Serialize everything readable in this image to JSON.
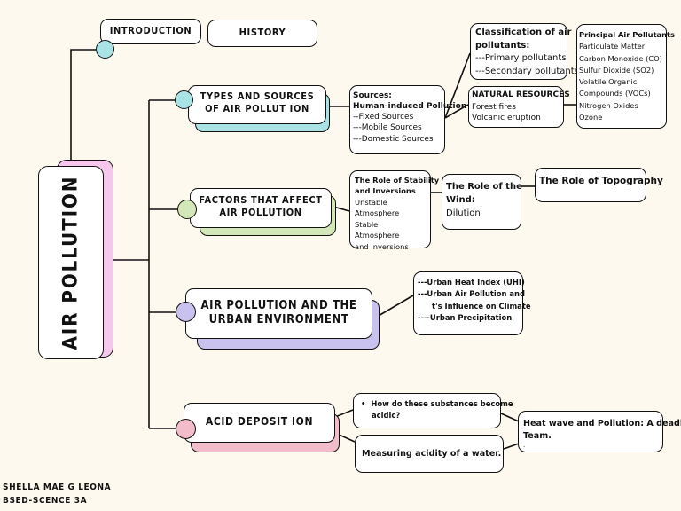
{
  "root": {
    "title": "AIR POLLUTION"
  },
  "intro": {
    "title": "INTRODUCTION",
    "history": "HISTORY"
  },
  "branches": {
    "types": {
      "title_line1": "TYPES AND SOURCES",
      "title_line2": "OF AIR POLLUT ION",
      "sources": {
        "heading": "Sources:",
        "subheading": "Human-induced Pollution",
        "items": [
          "--Fixed Sources",
          "---Mobile Sources",
          "---Domestic Sources"
        ]
      },
      "classification": {
        "heading_line1": "Classification of air",
        "heading_line2": "pollutants:",
        "items": [
          "---Primary pollutants",
          "---Secondary pollutants"
        ]
      },
      "natural": {
        "heading": "NATURAL RESOURCES",
        "items": [
          "Forest fires",
          "Volcanic eruption"
        ]
      },
      "principal": {
        "heading": "Principal Air Pollutants",
        "items": [
          "Particulate Matter",
          "Carbon Monoxide (CO)",
          "Sulfur Dioxide (SO2)",
          "Volatile Organic",
          "Compounds (VOCs)",
          "Nitrogen Oxides",
          "Ozone"
        ]
      }
    },
    "factors": {
      "title_line1": "FACTORS THAT AFFECT",
      "title_line2": "AIR POLLUTION",
      "stability": {
        "heading_line1": "The Role of Stability",
        "heading_line2": "and Inversions",
        "items": [
          "Unstable",
          "Atmosphere",
          "Stable",
          "Atmosphere",
          "and Inversions"
        ]
      },
      "wind": {
        "heading_line1": "The Role of the",
        "heading_line2": "Wind:",
        "item": "Dilution"
      },
      "topography": {
        "heading": "The Role of Topography"
      }
    },
    "urban": {
      "title_line1": "AIR POLLUTION AND THE",
      "title_line2": "URBAN ENVIRONMENT",
      "items": [
        "---Urban Heat Index (UHI)",
        "---Urban Air Pollution and",
        "t's Influence on Climate",
        "----Urban Precipitation"
      ]
    },
    "acid": {
      "title": "ACID DEPOSIT ION",
      "question_line1": "How do these substances become",
      "question_line2": "acidic?",
      "measuring": "Measuring acidity of a water.",
      "heatwave_line1": "Heat wave and Pollution: A deadly",
      "heatwave_line2": "Team.",
      "heatwave_line3": "."
    }
  },
  "author": {
    "name": "SHELLA MAE G LEONA",
    "course": "BSED-SCENCE 3A"
  },
  "colors": {
    "background": "#fdf9ee",
    "pink": "#f7c6ec",
    "cyan": "#a9e3e6",
    "green": "#d3e8b8",
    "lavender": "#c9c1ee",
    "rose": "#f2bccb"
  }
}
